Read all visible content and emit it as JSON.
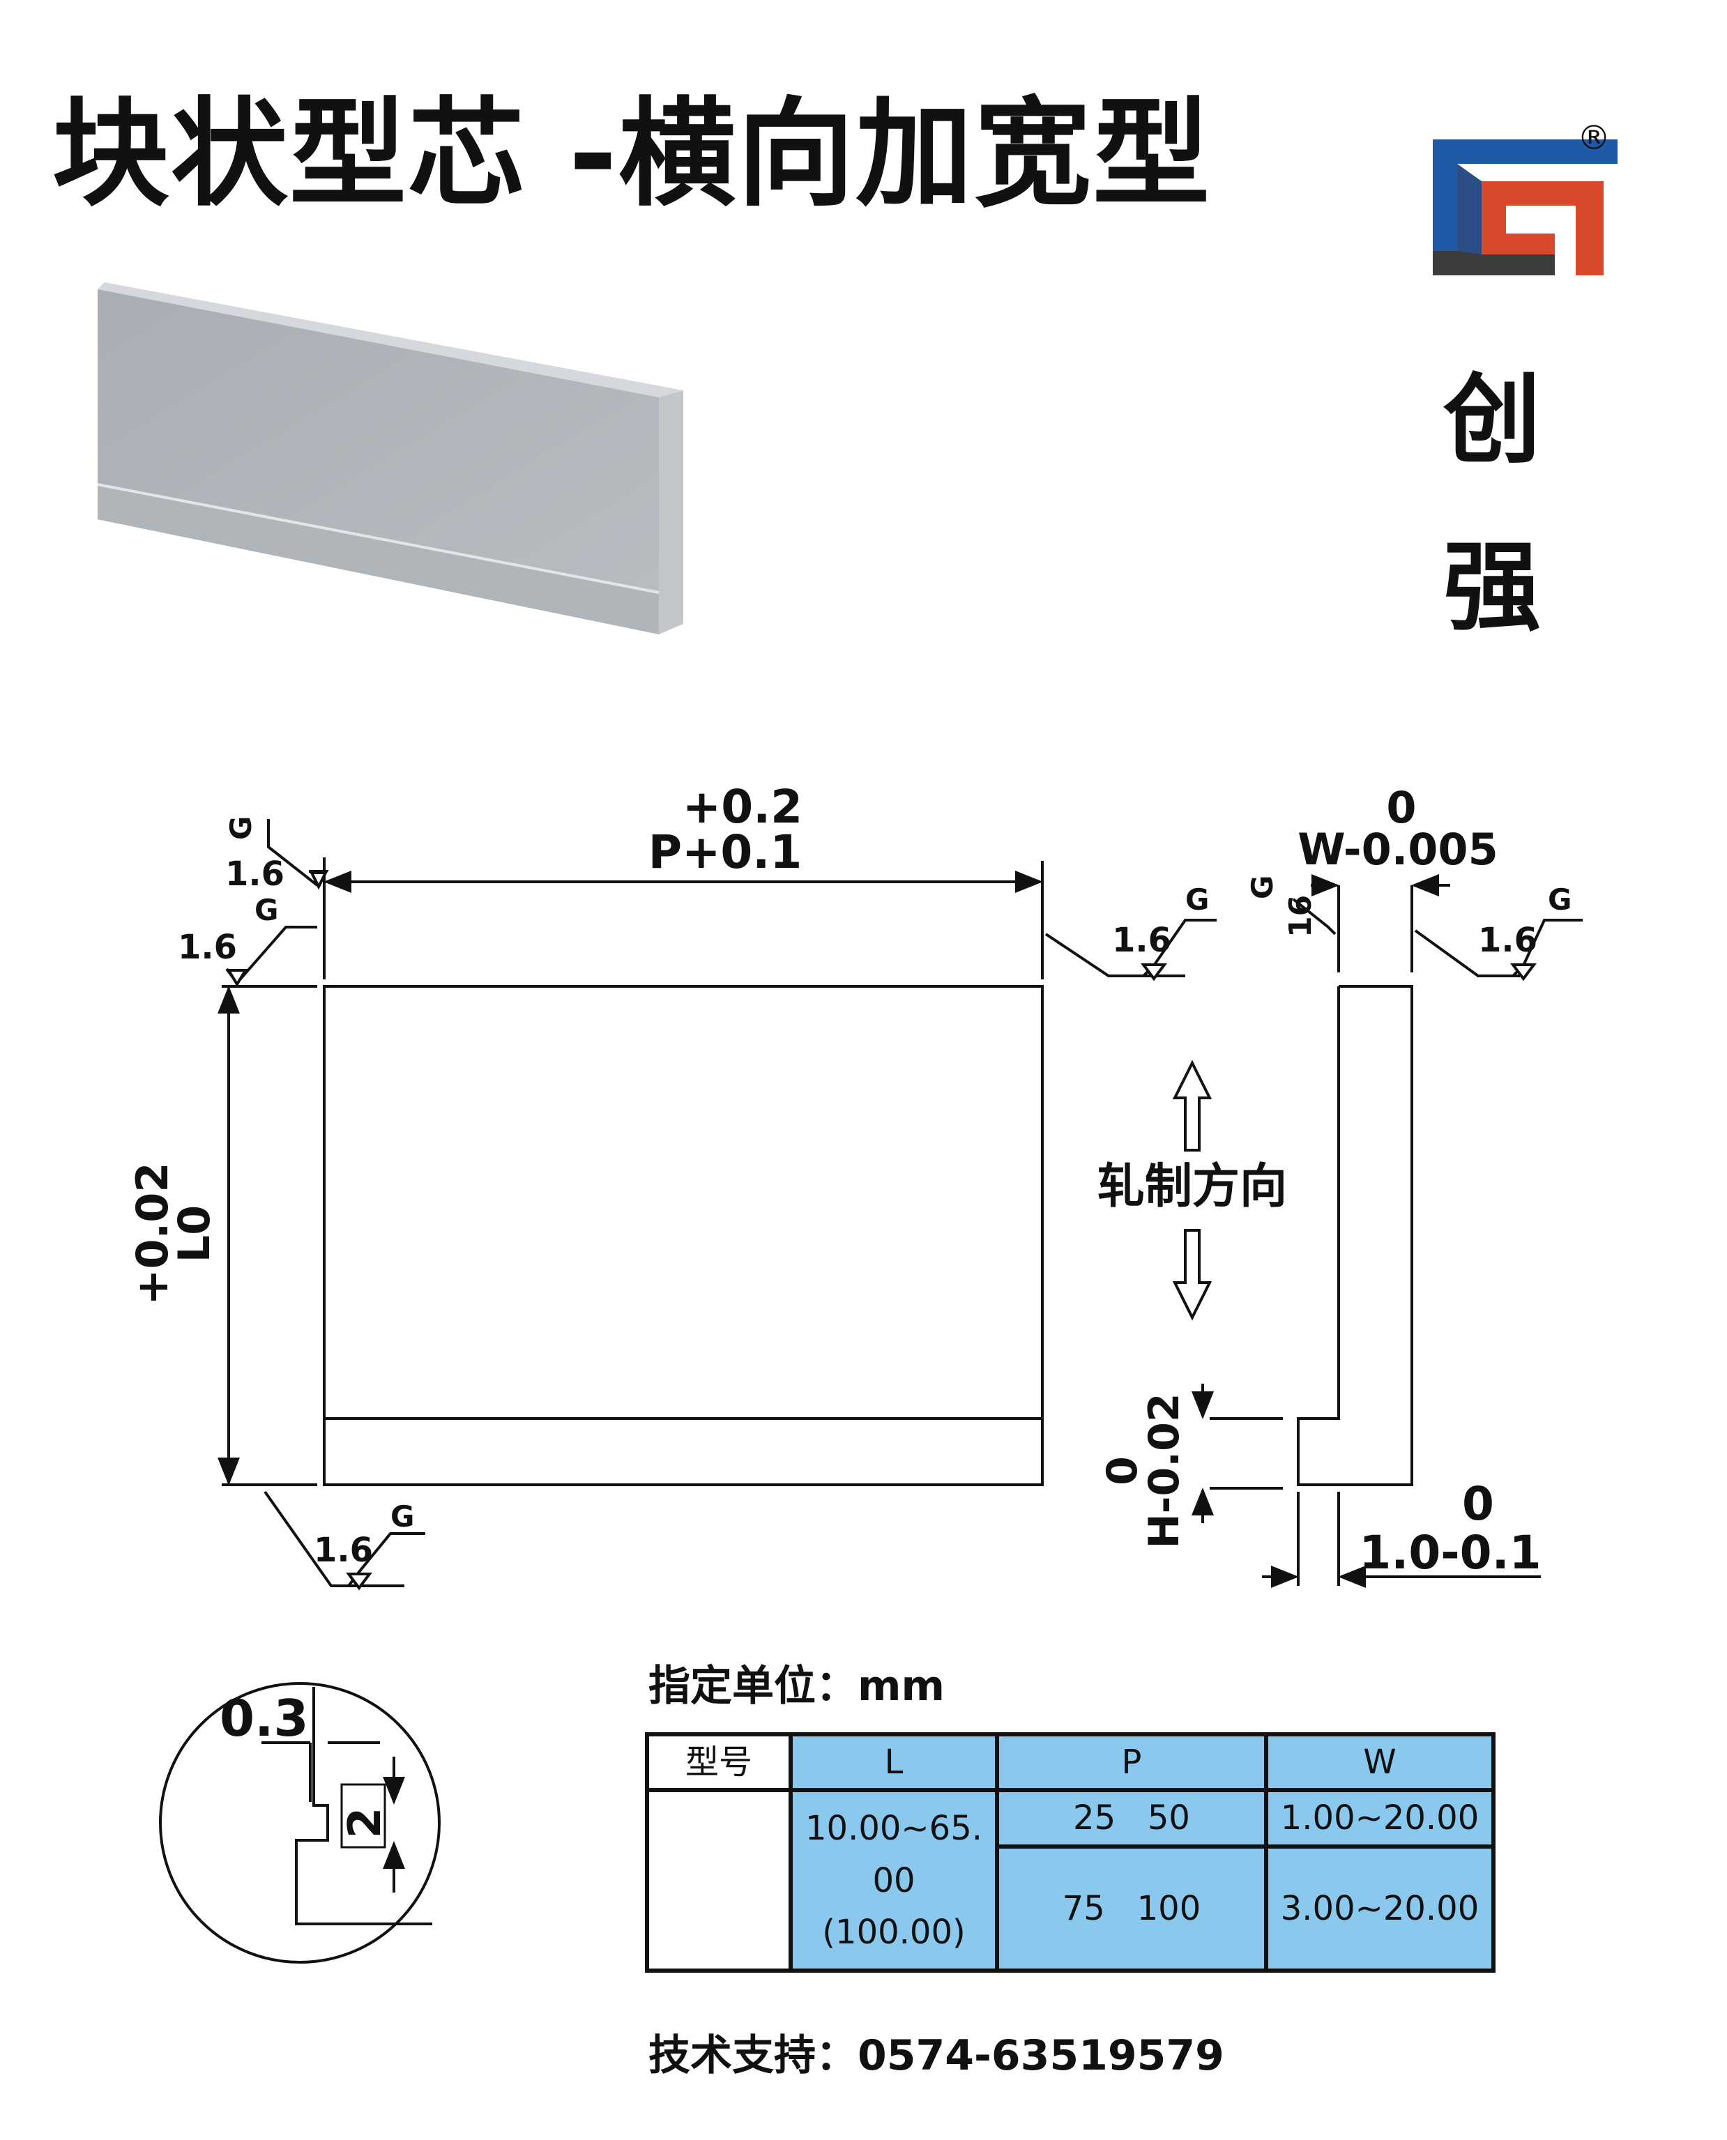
{
  "title": "块状型芯 -横向加宽型",
  "brand": {
    "chars": [
      "创",
      "强"
    ],
    "registered_mark": "®",
    "colors": {
      "blue": "#1f5aa6",
      "red": "#d8482b",
      "gray": "#3c3c3c"
    }
  },
  "product_photo": {
    "color_main": "#a7adb3",
    "color_top": "#cfd3d7"
  },
  "drawing": {
    "p_tol_upper": "+0.2",
    "p_label": "P+0.1",
    "l_tol_upper": "+0.02",
    "l_label": "L0",
    "w_tol_upper": "0",
    "w_label": "W-0.005",
    "h_tol_upper": "0",
    "h_label": "H-0.02",
    "step_tol_upper": "0",
    "step_label": "1.0-0.1",
    "rolling_direction": "轧制方向",
    "roughness": "1.6",
    "roughness_small": "16",
    "grind_mark": "G",
    "detail_chamfer": "0.3",
    "detail_step": "2"
  },
  "unit_label": "指定单位：mm",
  "table": {
    "headers": [
      "型号",
      "L",
      "P",
      "W"
    ],
    "l_value_lines": [
      "10.00~65.",
      "00",
      "(100.00)"
    ],
    "rows": [
      {
        "p": "25   50",
        "w": "1.00~20.00"
      },
      {
        "p": "75   100",
        "w": "3.00~20.00"
      }
    ]
  },
  "support": "技术支持：0574-63519579"
}
